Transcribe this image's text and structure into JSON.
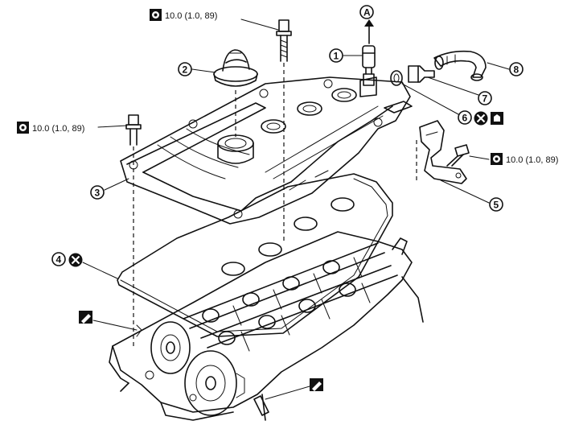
{
  "torque_specs": {
    "top": "10.0 (1.0, 89)",
    "left": "10.0 (1.0, 89)",
    "right": "10.0 (1.0, 89)"
  },
  "callouts": {
    "c1": "1",
    "c2": "2",
    "c3": "3",
    "c4": "4",
    "c5": "5",
    "c6": "6",
    "c7": "7",
    "c8": "8",
    "flow_a": "A"
  },
  "icons": {
    "torque": "torque-wrench-icon",
    "replace": "do-not-reuse-icon",
    "apply": "apply-sealant-icon",
    "lubricate": "apply-oil-icon"
  }
}
